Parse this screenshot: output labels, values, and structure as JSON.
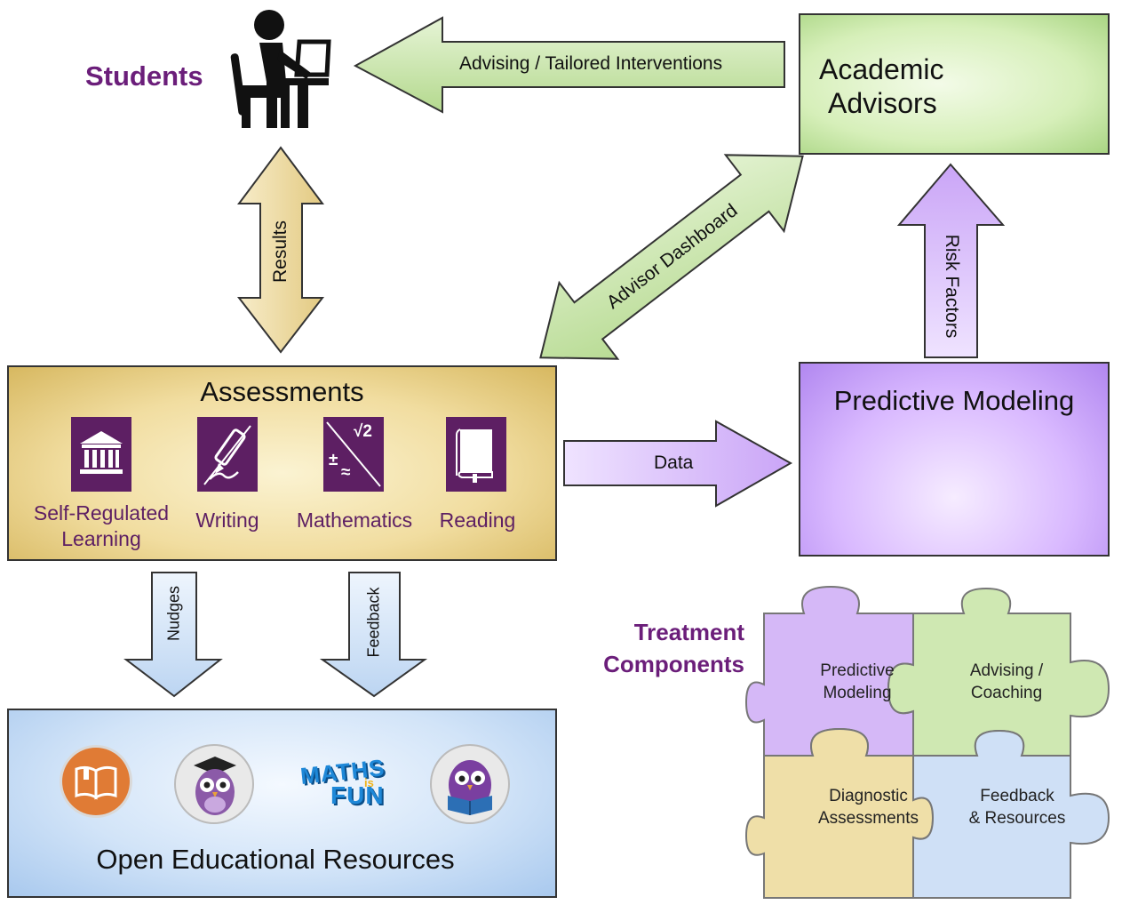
{
  "students": {
    "label": "Students"
  },
  "advisors": {
    "label_line1": "Academic",
    "label_line2": "Advisors"
  },
  "arrows": {
    "advising": "Advising / Tailored Interventions",
    "results": "Results",
    "advisor_dashboard": "Advisor Dashboard",
    "risk_factors": "Risk Factors",
    "data": "Data",
    "nudges": "Nudges",
    "feedback": "Feedback"
  },
  "assessments": {
    "title": "Assessments",
    "categories": [
      {
        "label_line1": "Self-Regulated",
        "label_line2": "Learning",
        "icon": "institution-icon"
      },
      {
        "label_line1": "Writing",
        "label_line2": "",
        "icon": "pen-writing-icon"
      },
      {
        "label_line1": "Mathematics",
        "label_line2": "",
        "icon": "math-symbols-icon"
      },
      {
        "label_line1": "Reading",
        "label_line2": "",
        "icon": "book-icon"
      }
    ],
    "math_tile_text": {
      "sqrt": "√2",
      "pm": "±",
      "approx": "≈"
    }
  },
  "predictive_modeling": {
    "title": "Predictive Modeling",
    "icon": "gears-icon"
  },
  "oer": {
    "title": "Open Educational Resources",
    "logos": [
      "open-book-logo",
      "graduate-owl-logo",
      "maths-is-fun-logo",
      "reading-owl-logo"
    ],
    "maths_logo_text": {
      "line1": "MATHS",
      "line2": "FUN",
      "is": "is"
    }
  },
  "treatment": {
    "label_line1": "Treatment",
    "label_line2": "Components",
    "pieces": [
      {
        "line1": "Predictive",
        "line2": "Modeling",
        "color": "#d5b8f7"
      },
      {
        "line1": "Advising /",
        "line2": "Coaching",
        "color": "#cfe8b2"
      },
      {
        "line1": "Diagnostic",
        "line2": "Assessments",
        "color": "#efdfa8"
      },
      {
        "line1": "Feedback",
        "line2": "& Resources",
        "color": "#cfe0f6"
      }
    ]
  },
  "colors": {
    "purple_text": "#6b1e7a",
    "tile_purple": "#5d1f63",
    "green_arrow": "#c6e3a6",
    "tan_arrow": "#ecd9a2",
    "purple_arrow": "#d8c0f9",
    "blue_arrow": "#d3e4f7"
  }
}
